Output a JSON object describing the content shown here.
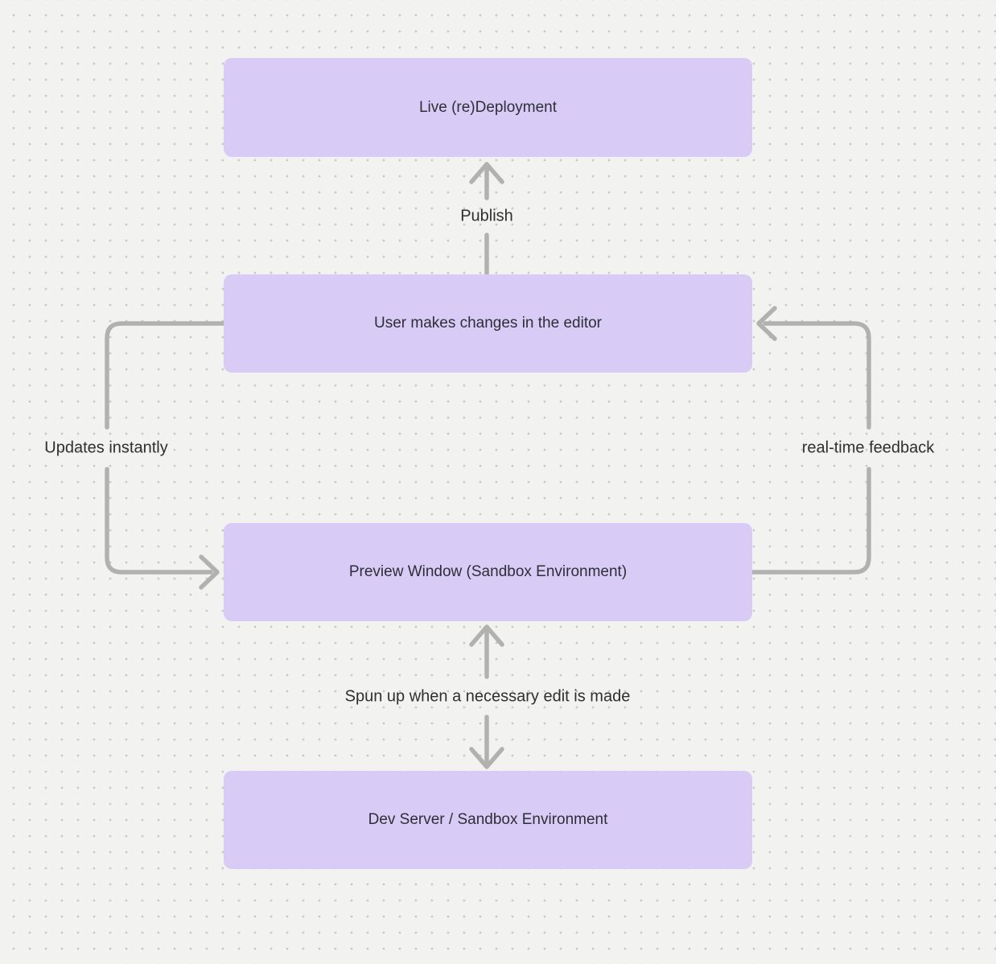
{
  "canvas": {
    "background_color": "#f2f2f0",
    "dot_color": "#c6c6c4",
    "node_fill_color": "#d8ccf7",
    "node_text_color": "#2e2e36",
    "edge_color": "#b1b1af",
    "edge_label_color": "#2f2f31"
  },
  "diagram": {
    "nodes": [
      {
        "id": "live",
        "label": "Live (re)Deployment"
      },
      {
        "id": "editor",
        "label": "User makes changes in the editor"
      },
      {
        "id": "preview",
        "label": "Preview Window (Sandbox Environment)"
      },
      {
        "id": "devserver",
        "label": "Dev Server / Sandbox Environment"
      }
    ],
    "edges": [
      {
        "id": "publish",
        "label": "Publish",
        "from": "editor",
        "to": "live",
        "direction": "up"
      },
      {
        "id": "updates",
        "label": "Updates instantly",
        "from": "editor",
        "to": "preview",
        "direction": "down-left-loop"
      },
      {
        "id": "feedback",
        "label": "real-time feedback",
        "from": "preview",
        "to": "editor",
        "direction": "up-right-loop"
      },
      {
        "id": "spun",
        "label": "Spun up when a necessary edit is made",
        "from": "preview",
        "to": "devserver",
        "direction": "bidirectional"
      }
    ]
  }
}
